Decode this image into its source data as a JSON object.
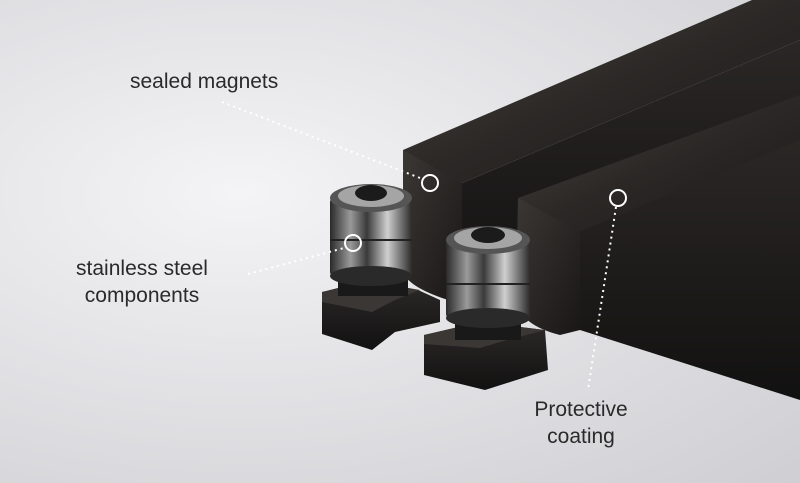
{
  "image": {
    "subject": "magnetic rails with roller bearings",
    "colors": {
      "background": "#e2e2e5",
      "rail": "#1e1c1b",
      "callout": "#ffffff"
    }
  },
  "callouts": {
    "magnets": "sealed magnets",
    "steel": "stainless steel\ncomponents",
    "coating": "Protective\ncoating"
  }
}
